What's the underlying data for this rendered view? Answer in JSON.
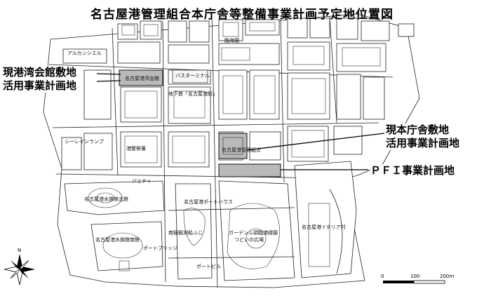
{
  "title": "名古屋港管理組合本庁舎等整備事業計画予定地位置図",
  "callouts": {
    "wan_kaikan": [
      "現港湾会館敷地",
      "活用事業計画地"
    ],
    "honchosha": [
      "現本庁舎敷地",
      "活用事業計画地"
    ],
    "pfi": "ＰＦＩ事業計画地"
  },
  "map_labels": {
    "arukanshiel": "アルカンシエル",
    "kaikan": "名古屋港湾会館",
    "bus_terminal": "バスターミナル",
    "chikatetsu": "地下鉄「名古屋港駅」",
    "rinkai": "臨海園",
    "shiorei_line": "シーレインランプ",
    "keisatsu": "港警察署",
    "kanri_kumiai": "名古屋港管理組合",
    "jetty": "ジェティ",
    "suizokukan_north": "名古屋港水族館北館",
    "meiko_minato": "名古屋港ポートハウス",
    "nanbu": "南極観測船ふじ",
    "suizokukan_south": "名古屋港水族館南館",
    "port_bridge": "ポートブリッジ",
    "garden": "ガーデンふ頭臨港緑園",
    "tsudoi": "つどいの広場",
    "harbor_italia": "名古屋港イタリア村",
    "port_building": "ポートビル"
  },
  "compass": {
    "north_label": "N"
  },
  "scale_bar": {
    "ticks": [
      "0",
      "100",
      "200m"
    ]
  }
}
